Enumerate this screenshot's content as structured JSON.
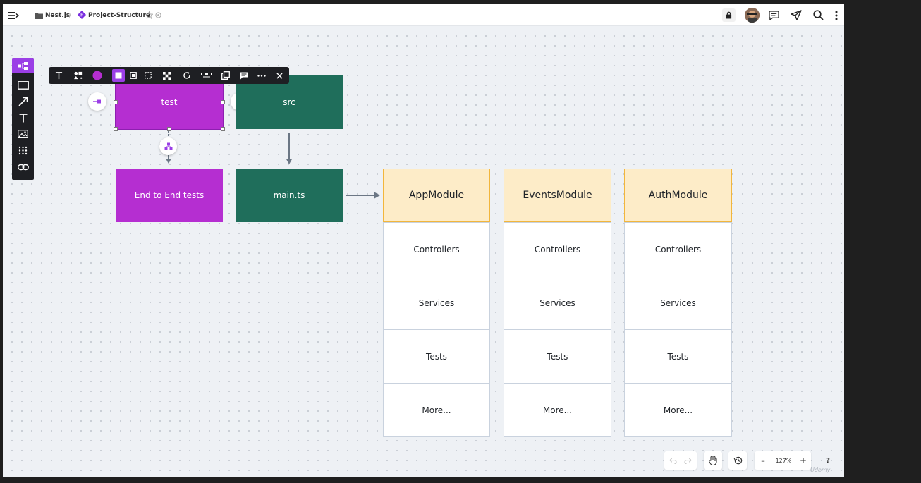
{
  "breadcrumb": {
    "folder": "Nest.js",
    "separator": "/",
    "board": "Project-Structure"
  },
  "board_icon_letter": "F",
  "colors": {
    "accent": "#9b3fe6",
    "magenta": "#b52ed1",
    "green": "#1f6e5b",
    "module_header": "#fdecc8",
    "module_border": "#f2b63c"
  },
  "icons": {
    "menu": "menu-icon",
    "folder": "folder-icon",
    "star": "star-icon",
    "lock": "lock-icon",
    "comments": "comments-icon",
    "share": "paper-plane-icon",
    "search": "search-icon",
    "more": "more-vertical-icon"
  },
  "nodes": {
    "test": "test",
    "src": "src",
    "e2e": "End to End tests",
    "main": "main.ts"
  },
  "modules": [
    {
      "title": "AppModule",
      "rows": [
        "Controllers",
        "Services",
        "Tests",
        "More..."
      ]
    },
    {
      "title": "EventsModule",
      "rows": [
        "Controllers",
        "Services",
        "Tests",
        "More..."
      ]
    },
    {
      "title": "AuthModule",
      "rows": [
        "Controllers",
        "Services",
        "Tests",
        "More..."
      ]
    }
  ],
  "zoom": {
    "minus": "–",
    "level": "127%",
    "plus": "+"
  },
  "help": "?",
  "watermark": "Udemy"
}
